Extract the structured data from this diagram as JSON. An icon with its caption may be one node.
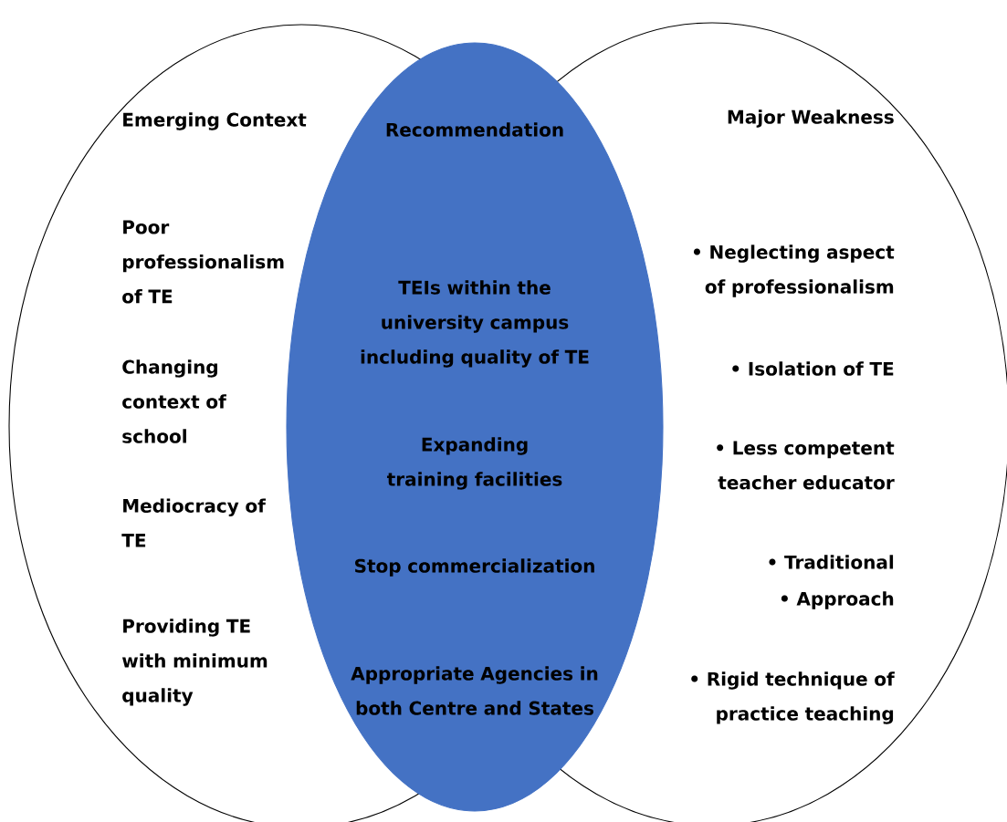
{
  "diagram": {
    "nodes": [
      {
        "text": [
          "Emerging Context",
          "Poor professionalism of TE",
          "Changing context of school",
          "Mediocracy of TE",
          "Providing TE with minimum quality"
        ]
      },
      {
        "text": [
          "Major Weakness",
          "• Neglecting aspect of professionalism",
          "• Isolation of TE",
          "• Less competent teacher educator",
          "• Traditional",
          "• Approach",
          "• Rigid technique of practice teaching"
        ]
      },
      {
        "text": [
          "Recommendation",
          "TEIs within the university campus including quality of TE",
          "Expanding training facilities",
          "Stop commercialization",
          "Appropriate Agencies in both Centre and States"
        ]
      }
    ]
  }
}
